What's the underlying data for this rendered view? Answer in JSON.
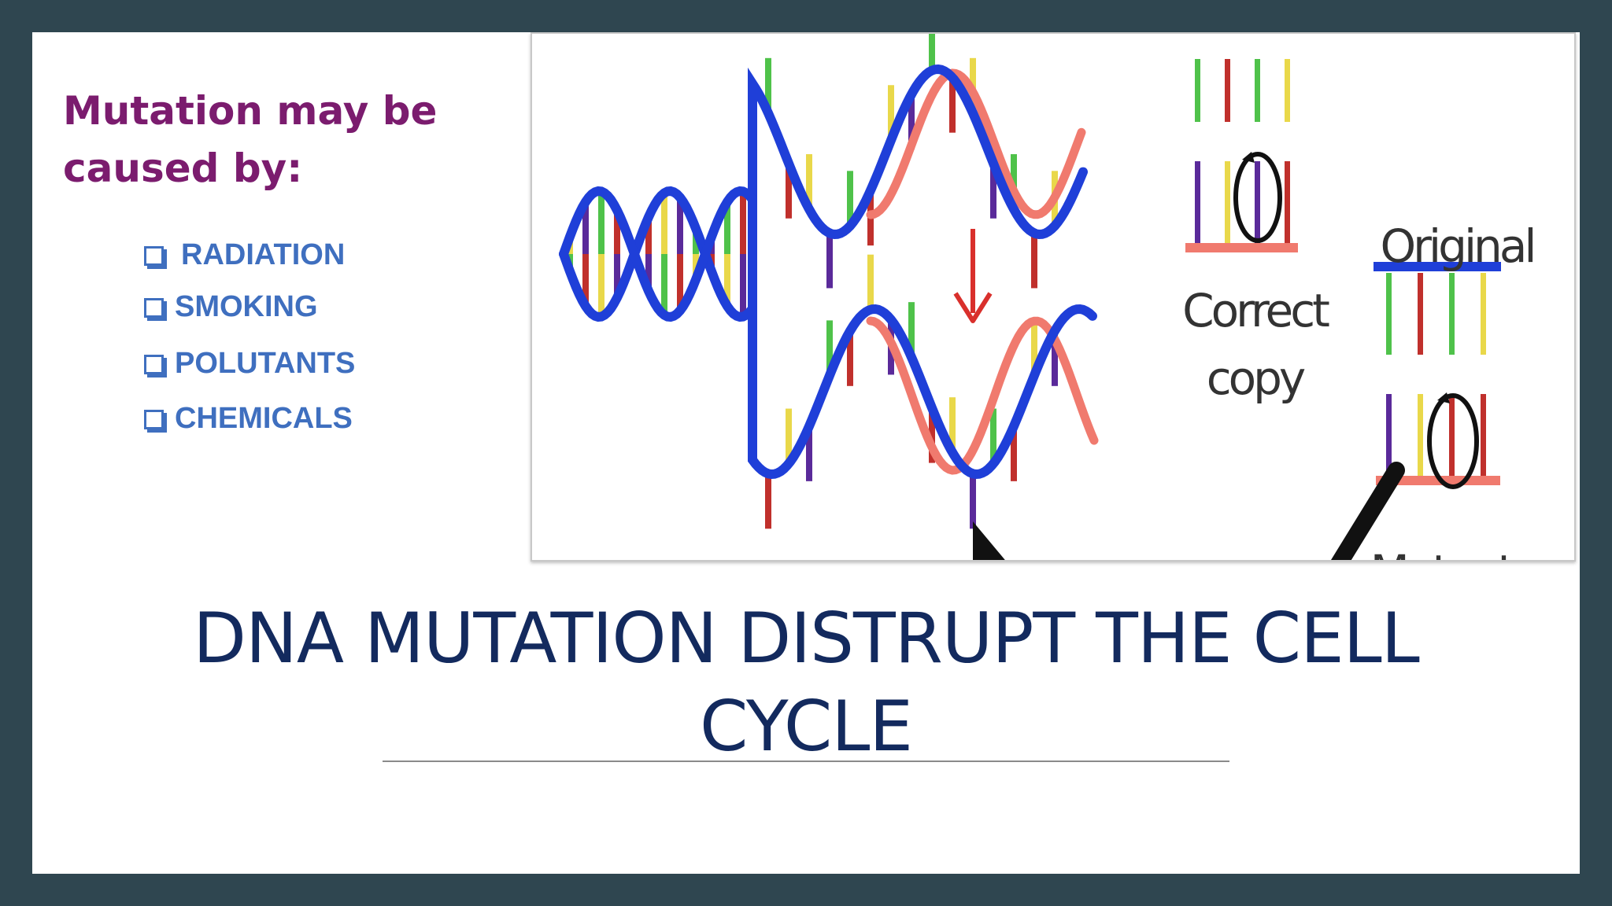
{
  "intro": {
    "line1": "Mutation may be",
    "line2": "caused by:"
  },
  "causes": [
    "RADIATION",
    "SMOKING",
    "POLUTANTS",
    "CHEMICALS"
  ],
  "figure": {
    "original": "Original",
    "correct": "Correct",
    "copy": "copy",
    "mutant": "Mutant"
  },
  "headline": {
    "line1": "DNA  MUTATION DISTRUPT THE CELL",
    "line2": "CYCLE"
  },
  "colors": {
    "frame": "#2f4650",
    "intro": "#7b1c6e",
    "bullets": "#3f6fbf",
    "headline": "#132a5e",
    "strand_blue": "#1f3fd8",
    "strand_pink": "#f07a6e",
    "base_green": "#4fc24a",
    "base_red": "#c0302c",
    "base_yellow": "#e9d84a",
    "base_purple": "#5a2a9a"
  },
  "icons": [
    "checkbox-bullet-icon",
    "arrow-down-icon",
    "magnifier-icon"
  ]
}
